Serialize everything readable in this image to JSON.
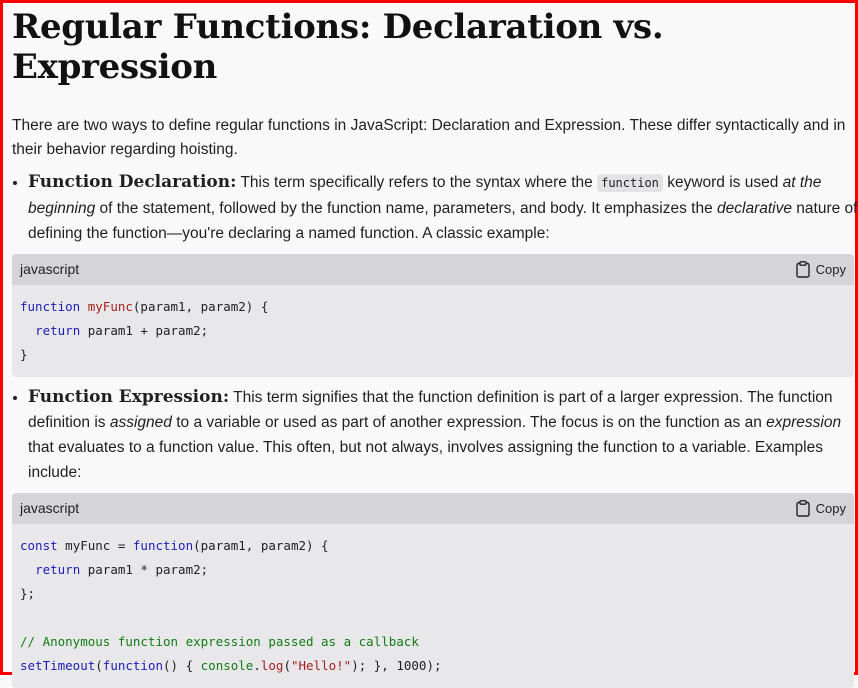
{
  "heading": "Regular Functions: Declaration vs. Expression",
  "intro": "There are two ways to define regular functions in JavaScript: Declaration and Expression. These differ syntactically and in their behavior regarding hoisting.",
  "decl": {
    "term": "Function Declaration:",
    "t1": " This term specifically refers to the syntax where the ",
    "code": "function",
    "t2": " keyword is used ",
    "em1": "at the beginning",
    "t3": " of the statement, followed by the function name, parameters, and body. It emphasizes the ",
    "em2": "declarative",
    "t4": " nature of defining the function—you're declaring a named function. A classic example:"
  },
  "expr": {
    "term": "Function Expression:",
    "t1": " This term signifies that the function definition is part of a larger expression. The function definition is ",
    "em1": "assigned",
    "t2": " to a variable or used as part of another expression. The focus is on the function as an ",
    "em2": "expression",
    "t3": " that evaluates to a function value. This often, but not always, involves assigning the function to a variable. Examples include:"
  },
  "block1": {
    "lang": "javascript",
    "copy": "Copy",
    "l1_kw": "function",
    "l1_fn": "myFunc",
    "l1_rest": "(param1, param2) {",
    "l2_kw": "return",
    "l2_rest": " param1 + param2;",
    "l3": "}"
  },
  "block2": {
    "lang": "javascript",
    "copy": "Copy",
    "l1_kw": "const",
    "l1_mid": " myFunc = ",
    "l1_kw2": "function",
    "l1_rest": "(param1, param2) {",
    "l2_kw": "return",
    "l2_rest": " param1 * param2;",
    "l3": "};",
    "l5": "// Anonymous function expression passed as a callback",
    "l6_fn": "setTimeout",
    "l6_a": "(",
    "l6_kw": "function",
    "l6_b": "() { ",
    "l6_obj": "console",
    "l6_c": ".",
    "l6_log": "log",
    "l6_d": "(",
    "l6_str": "\"Hello!\"",
    "l6_e": "); }, 1000);"
  }
}
